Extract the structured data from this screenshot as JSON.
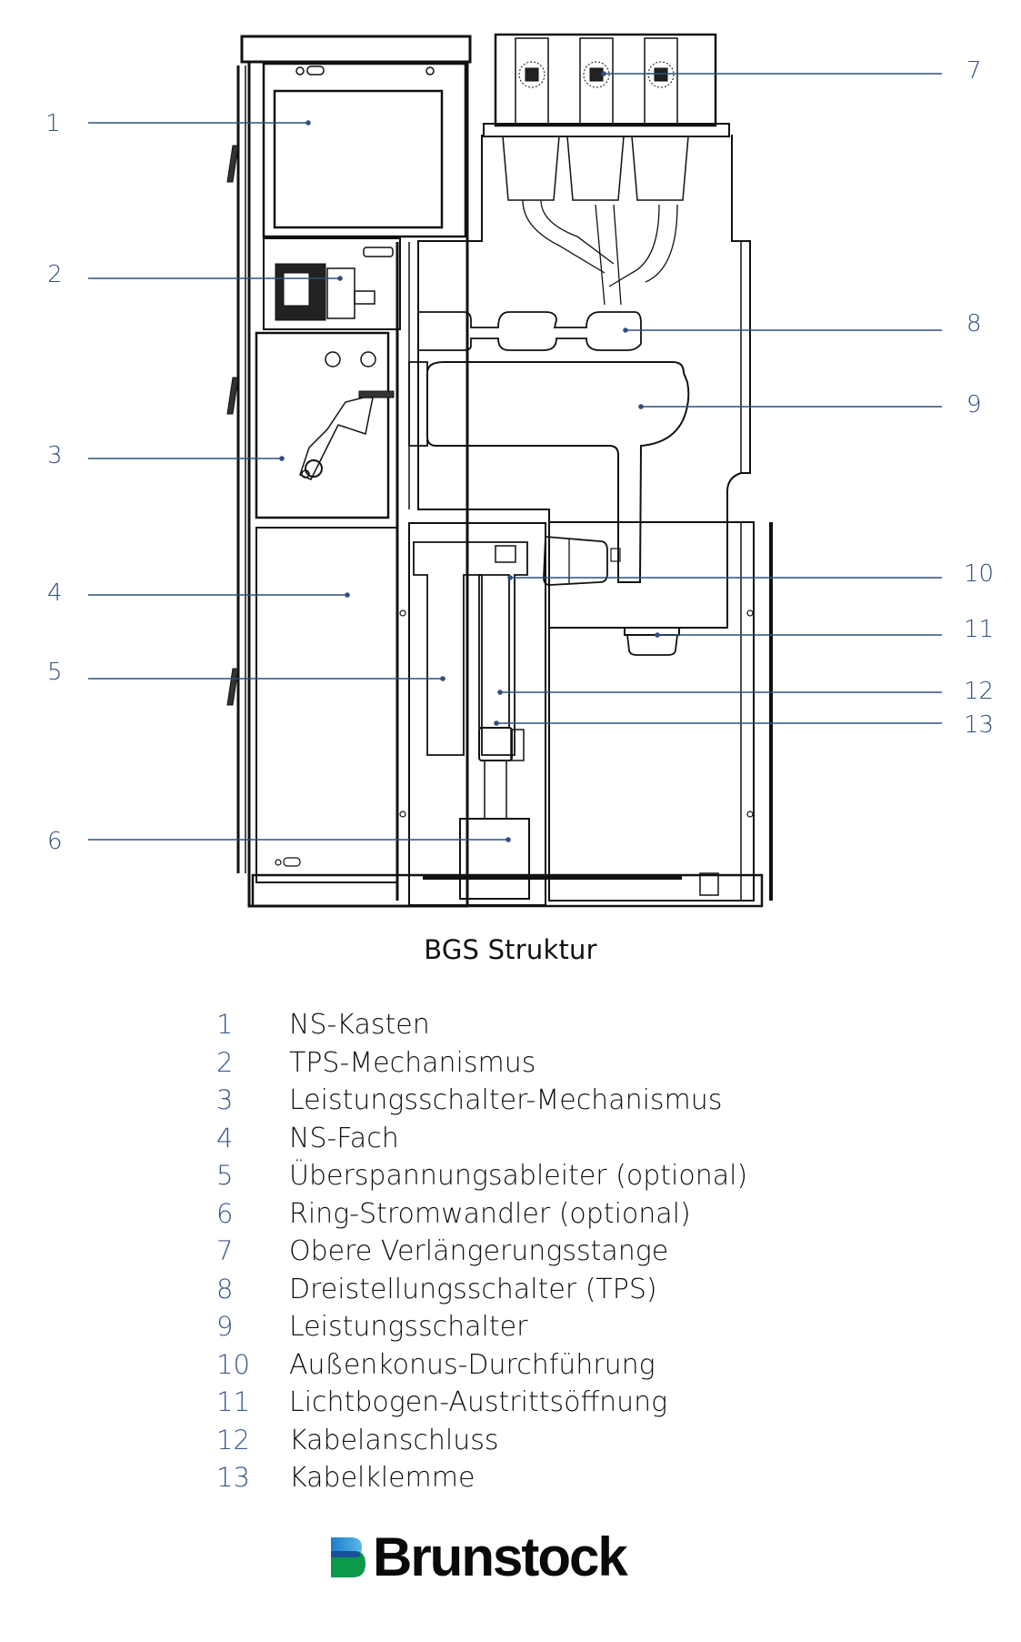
{
  "figure": {
    "title": "BGS Struktur",
    "callouts_left": [
      "1",
      "2",
      "3",
      "4",
      "5",
      "6"
    ],
    "callouts_right": [
      "7",
      "8",
      "9",
      "10",
      "11",
      "12",
      "13"
    ],
    "leader_color": "#2f4f80",
    "line_color": "#111111"
  },
  "legend": [
    {
      "num": "1",
      "label": "NS-Kasten"
    },
    {
      "num": "2",
      "label": "TPS-Mechanismus"
    },
    {
      "num": "3",
      "label": "Leistungsschalter-Mechanismus"
    },
    {
      "num": "4",
      "label": "NS-Fach"
    },
    {
      "num": "5",
      "label": "Überspannungsableiter (optional)"
    },
    {
      "num": "6",
      "label": "Ring-Stromwandler (optional)"
    },
    {
      "num": "7",
      "label": "Obere Verlängerungsstange"
    },
    {
      "num": "8",
      "label": "Dreistellungsschalter (TPS)"
    },
    {
      "num": "9",
      "label": "Leistungsschalter"
    },
    {
      "num": "10",
      "label": "Außenkonus-Durchführung"
    },
    {
      "num": "11",
      "label": "Lichtbogen-Austrittsöffnung"
    },
    {
      "num": "12",
      "label": "Kabelanschluss"
    },
    {
      "num": "13",
      "label": "Kabelklemme"
    }
  ],
  "logo": {
    "text": "Brunstock",
    "colors": {
      "blue_light": "#3aa6e0",
      "blue_dark": "#1a4f9c",
      "green": "#0a9a4a"
    }
  }
}
